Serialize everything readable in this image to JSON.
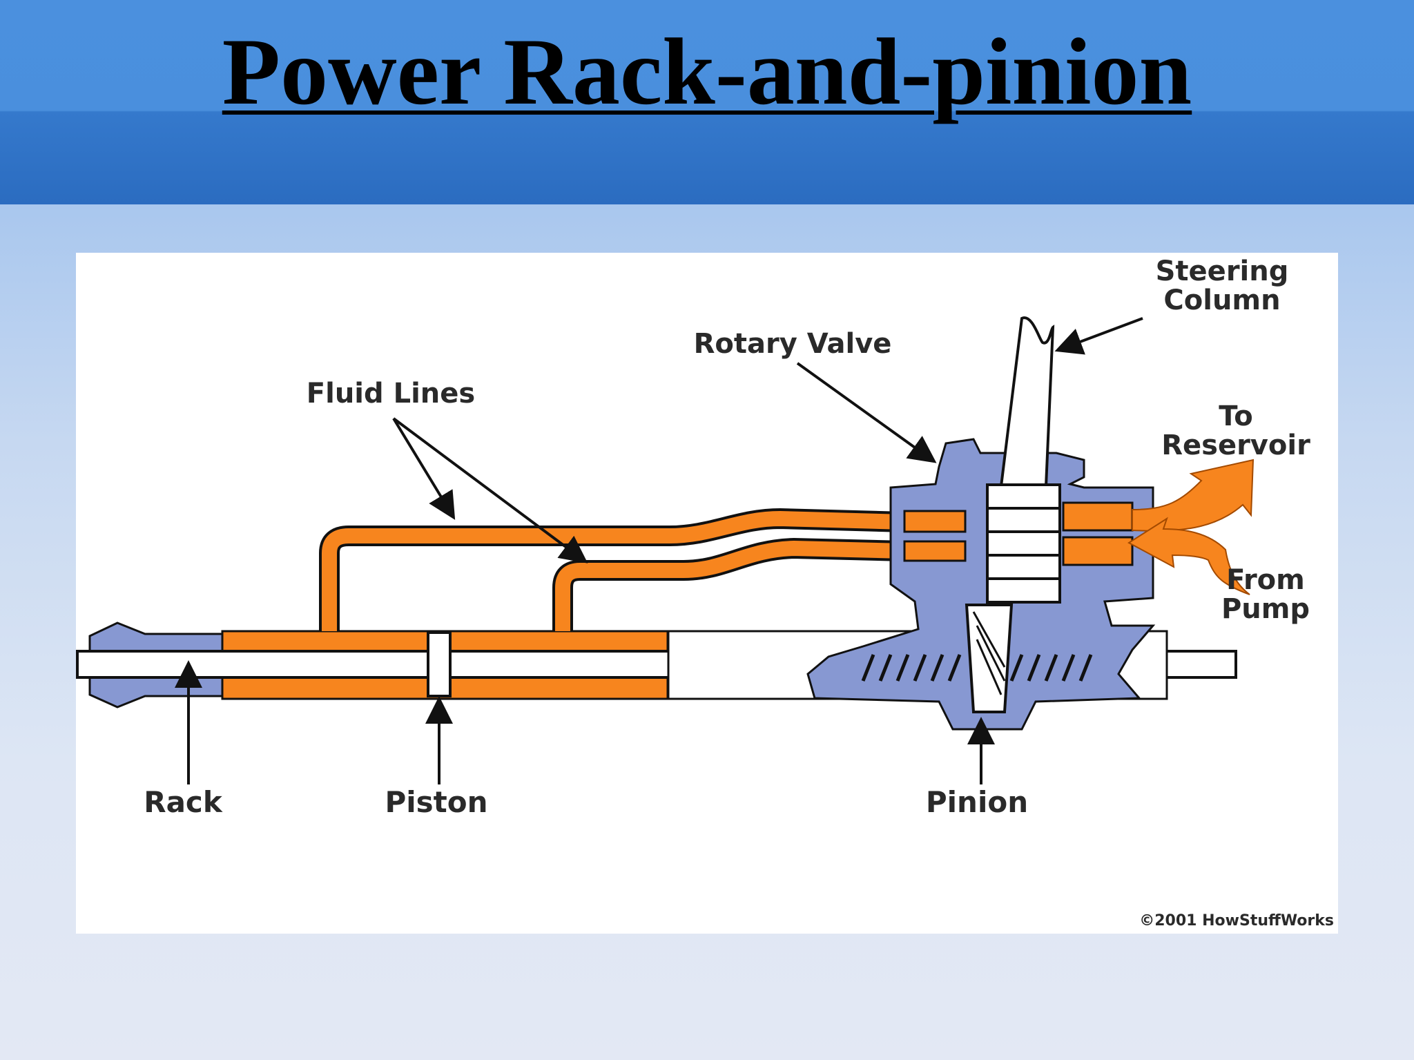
{
  "slide": {
    "title": "Power Rack-and-pinion"
  },
  "diagram": {
    "labels": {
      "steering_column_1": "Steering",
      "steering_column_2": "Column",
      "rotary_valve": "Rotary Valve",
      "fluid_lines": "Fluid Lines",
      "to_reservoir_1": "To",
      "to_reservoir_2": "Reservoir",
      "from_pump_1": "From",
      "from_pump_2": "Pump",
      "rack": "Rack",
      "piston": "Piston",
      "pinion": "Pinion"
    },
    "copyright": "©2001 HowStuffWorks",
    "colors": {
      "fluid": "#f7851e",
      "housing": "#8798d2",
      "outline": "#111111",
      "metal": "#ffffff"
    }
  }
}
